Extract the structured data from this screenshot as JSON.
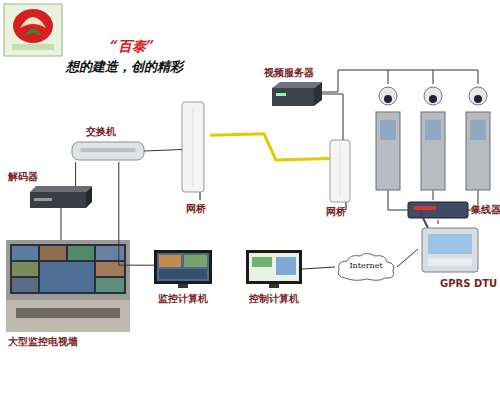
{
  "diagram": {
    "nodes": [
      {
        "text": [
          "视频服务器"
        ]
      },
      {
        "text": [
          "交换机"
        ]
      },
      {
        "text": [
          "解码器"
        ]
      },
      {
        "text": [
          "网桥"
        ]
      },
      {
        "text": [
          "网桥"
        ]
      },
      {
        "text": [
          "集线器"
        ]
      },
      {
        "text": [
          "GPRS DTU"
        ]
      },
      {
        "text": [
          "Internet"
        ]
      },
      {
        "text": [
          "控制计算机"
        ]
      },
      {
        "text": [
          "监控计算机"
        ]
      },
      {
        "text": [
          "大型监控电视墙"
        ]
      }
    ],
    "edges": [
      {
        "from": 1,
        "to": 2,
        "arrow": "none"
      },
      {
        "from": 1,
        "to": 3,
        "arrow": "none"
      },
      {
        "from": 1,
        "to": 9,
        "arrow": "none"
      },
      {
        "from": 2,
        "to": 10,
        "arrow": "none"
      },
      {
        "from": 3,
        "to": 4,
        "arrow": "none"
      },
      {
        "from": 4,
        "to": 0,
        "arrow": "none"
      },
      {
        "from": 5,
        "to": 6,
        "arrow": "none"
      },
      {
        "from": 6,
        "to": 7,
        "arrow": "none"
      },
      {
        "from": 7,
        "to": 8,
        "arrow": "none"
      }
    ],
    "labels": [
      "“百泰”",
      "想的建造，创的精彩"
    ]
  }
}
